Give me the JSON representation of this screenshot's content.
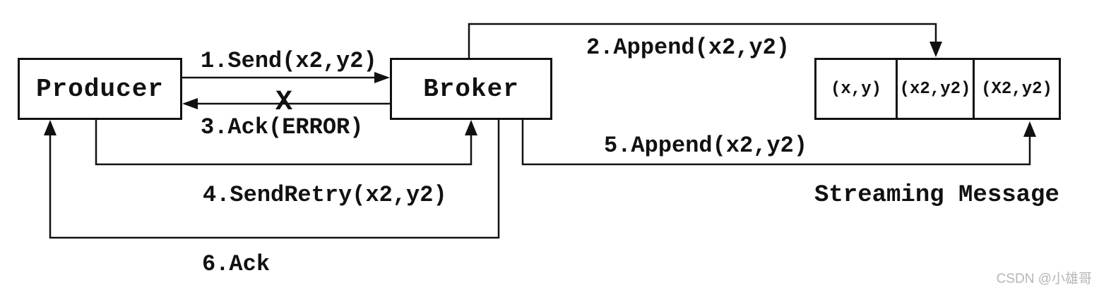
{
  "diagram": {
    "nodes": {
      "producer": {
        "label": "Producer"
      },
      "broker": {
        "label": "Broker"
      }
    },
    "queue": {
      "cells": [
        "(x,y)",
        "(x2,y2)",
        "(X2,y2)"
      ],
      "caption": "Streaming Message"
    },
    "messages": [
      {
        "label": "1.Send(x2,y2)"
      },
      {
        "label": "2.Append(x2,y2)"
      },
      {
        "label": "3.Ack(ERROR)",
        "failure_mark": "X"
      },
      {
        "label": "4.SendRetry(x2,y2)"
      },
      {
        "label": "5.Append(x2,y2)"
      },
      {
        "label": "6.Ack"
      }
    ],
    "watermark": "CSDN @小雄哥",
    "colors": {
      "line": "#111111",
      "text": "#111111",
      "watermark": "#b6b6b6",
      "background": "#ffffff"
    }
  }
}
